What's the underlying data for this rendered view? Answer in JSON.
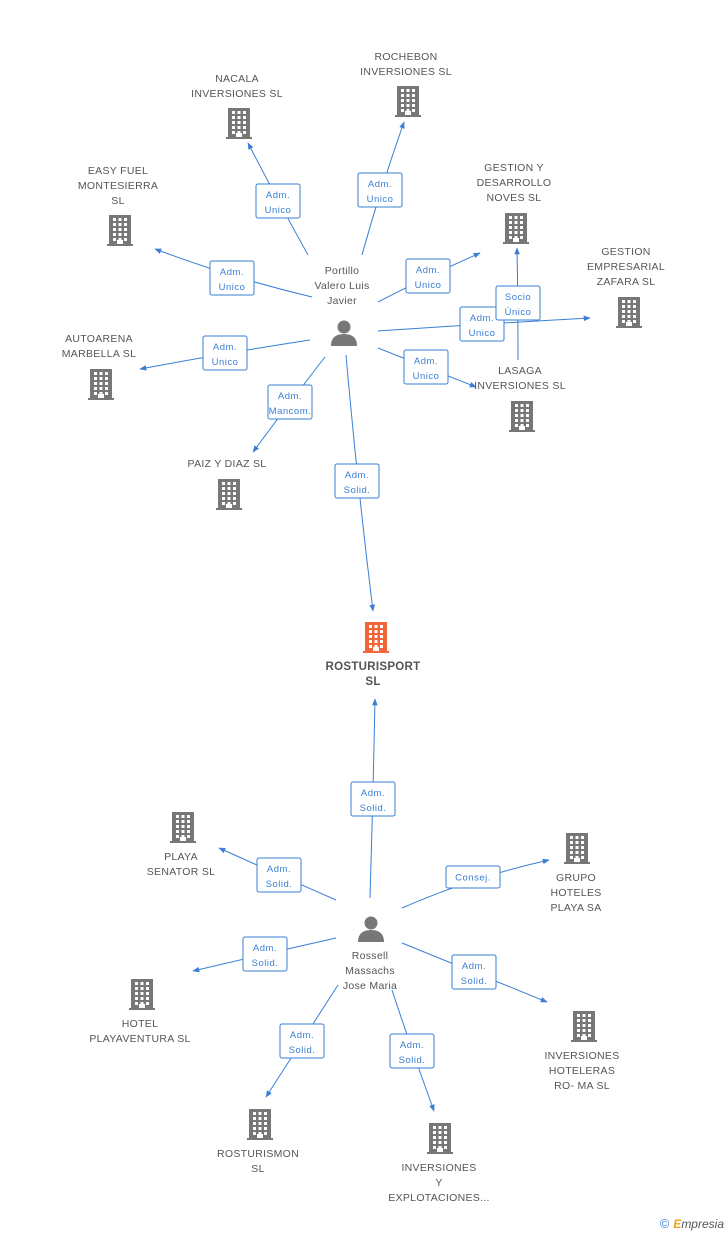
{
  "colors": {
    "company": "#777777",
    "focus": "#f0663a",
    "person": "#777777",
    "edge": "#3a7fd5"
  },
  "focus": {
    "id": "rosturisport",
    "label": [
      "ROSTURISPORT",
      "SL"
    ]
  },
  "people": [
    {
      "id": "portillo",
      "label": [
        "Portillo",
        "Valero Luis",
        "Javier"
      ]
    },
    {
      "id": "rossell",
      "label": [
        "Rossell",
        "Massachs",
        "Jose Maria"
      ]
    }
  ],
  "companies": [
    {
      "id": "rochebon",
      "label": [
        "ROCHEBON",
        "INVERSIONES SL"
      ]
    },
    {
      "id": "nacala",
      "label": [
        "NACALA",
        "INVERSIONES SL"
      ]
    },
    {
      "id": "easyfuel",
      "label": [
        "EASY FUEL",
        "MONTESIERRA",
        "SL"
      ]
    },
    {
      "id": "gestion_des",
      "label": [
        "GESTION Y",
        "DESARROLLO",
        "NOVES SL"
      ]
    },
    {
      "id": "gestion_emp",
      "label": [
        "GESTION",
        "EMPRESARIAL",
        "ZAFARA SL"
      ]
    },
    {
      "id": "autoarena",
      "label": [
        "AUTOARENA",
        "MARBELLA  SL"
      ]
    },
    {
      "id": "lasaga",
      "label": [
        "LASAGA",
        "INVERSIONES SL"
      ]
    },
    {
      "id": "paiz",
      "label": [
        "PAIZ Y DIAZ SL"
      ]
    },
    {
      "id": "playa_senator",
      "label": [
        "PLAYA",
        "SENATOR  SL"
      ]
    },
    {
      "id": "grupo_hoteles",
      "label": [
        "GRUPO",
        "HOTELES",
        "PLAYA SA"
      ]
    },
    {
      "id": "hotel_playaventura",
      "label": [
        "HOTEL",
        "PLAYAVENTURA SL"
      ]
    },
    {
      "id": "inv_hoteleras",
      "label": [
        "INVERSIONES",
        "HOTELERAS",
        "RO- MA SL"
      ]
    },
    {
      "id": "rosturismon",
      "label": [
        "ROSTURISMON",
        "SL"
      ]
    },
    {
      "id": "inv_explotaciones",
      "label": [
        "INVERSIONES",
        "Y",
        "EXPLOTACIONES..."
      ]
    }
  ],
  "relations": [
    {
      "from": "portillo",
      "to": "rochebon",
      "label": [
        "Adm.",
        "Unico"
      ]
    },
    {
      "from": "portillo",
      "to": "nacala",
      "label": [
        "Adm.",
        "Unico"
      ]
    },
    {
      "from": "portillo",
      "to": "easyfuel",
      "label": [
        "Adm.",
        "Unico"
      ]
    },
    {
      "from": "portillo",
      "to": "gestion_des",
      "label": [
        "Adm.",
        "Unico"
      ]
    },
    {
      "from": "portillo",
      "to": "gestion_emp",
      "label": [
        "Adm.",
        "Unico"
      ]
    },
    {
      "from": "lasaga",
      "to": "gestion_des",
      "label": [
        "Socio",
        "Único"
      ]
    },
    {
      "from": "portillo",
      "to": "autoarena",
      "label": [
        "Adm.",
        "Unico"
      ]
    },
    {
      "from": "portillo",
      "to": "lasaga",
      "label": [
        "Adm.",
        "Unico"
      ]
    },
    {
      "from": "portillo",
      "to": "paiz",
      "label": [
        "Adm.",
        "Mancom."
      ]
    },
    {
      "from": "portillo",
      "to": "rosturisport",
      "label": [
        "Adm.",
        "Solid."
      ]
    },
    {
      "from": "rossell",
      "to": "rosturisport",
      "label": [
        "Adm.",
        "Solid."
      ]
    },
    {
      "from": "rossell",
      "to": "playa_senator",
      "label": [
        "Adm.",
        "Solid."
      ]
    },
    {
      "from": "rossell",
      "to": "grupo_hoteles",
      "label": [
        "Consej."
      ]
    },
    {
      "from": "rossell",
      "to": "hotel_playaventura",
      "label": [
        "Adm.",
        "Solid."
      ]
    },
    {
      "from": "rossell",
      "to": "inv_hoteleras",
      "label": [
        "Adm.",
        "Solid."
      ]
    },
    {
      "from": "rossell",
      "to": "rosturismon",
      "label": [
        "Adm.",
        "Solid."
      ]
    },
    {
      "from": "rossell",
      "to": "inv_explotaciones",
      "label": [
        "Adm.",
        "Solid."
      ]
    }
  ],
  "footer": {
    "copyright": "©",
    "brand_initial": "E",
    "brand_rest": "mpresia"
  }
}
